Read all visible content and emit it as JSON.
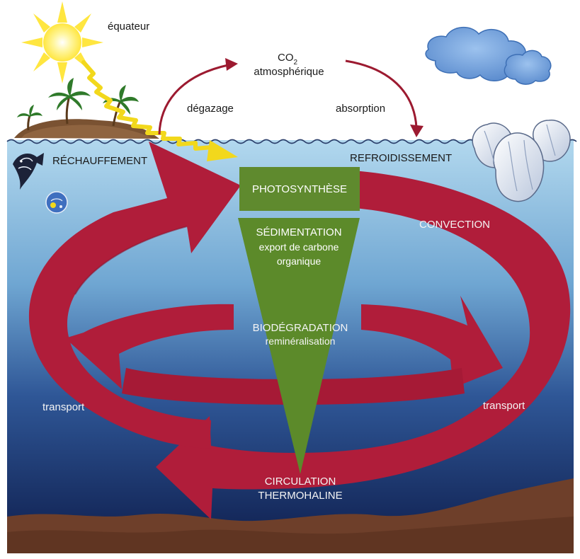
{
  "labels": {
    "equator": "équateur",
    "co2": "CO",
    "co2_sub": "2",
    "co2_line2": "atmosphérique",
    "outgassing": "dégazage",
    "absorption": "absorption",
    "warming": "RÉCHAUFFEMENT",
    "cooling": "REFROIDISSEMENT",
    "photosynthesis": "PHOTOSYNTHÈSE",
    "sedimentation": "SÉDIMENTATION",
    "export_line1": "export de carbone",
    "export_line2": "organique",
    "convection": "CONVECTION",
    "biodegradation": "BIODÉGRADATION",
    "remineralisation": "reminéralisation",
    "transport_left": "transport",
    "transport_right": "transport",
    "circulation_line1": "CIRCULATION",
    "circulation_line2": "THERMOHALINE"
  },
  "colors": {
    "current": "#b01d3a",
    "current_dark": "#8c1430",
    "photosynthesis_box": "#5f8a2e",
    "sediment_wedge": "#5c8a2a",
    "ocean_top": "#a8d2ea",
    "ocean_bottom": "#0f1f4f",
    "seabed": "#7a4a30",
    "sun": "#ffe640",
    "sunbeam": "#f2d81c"
  }
}
